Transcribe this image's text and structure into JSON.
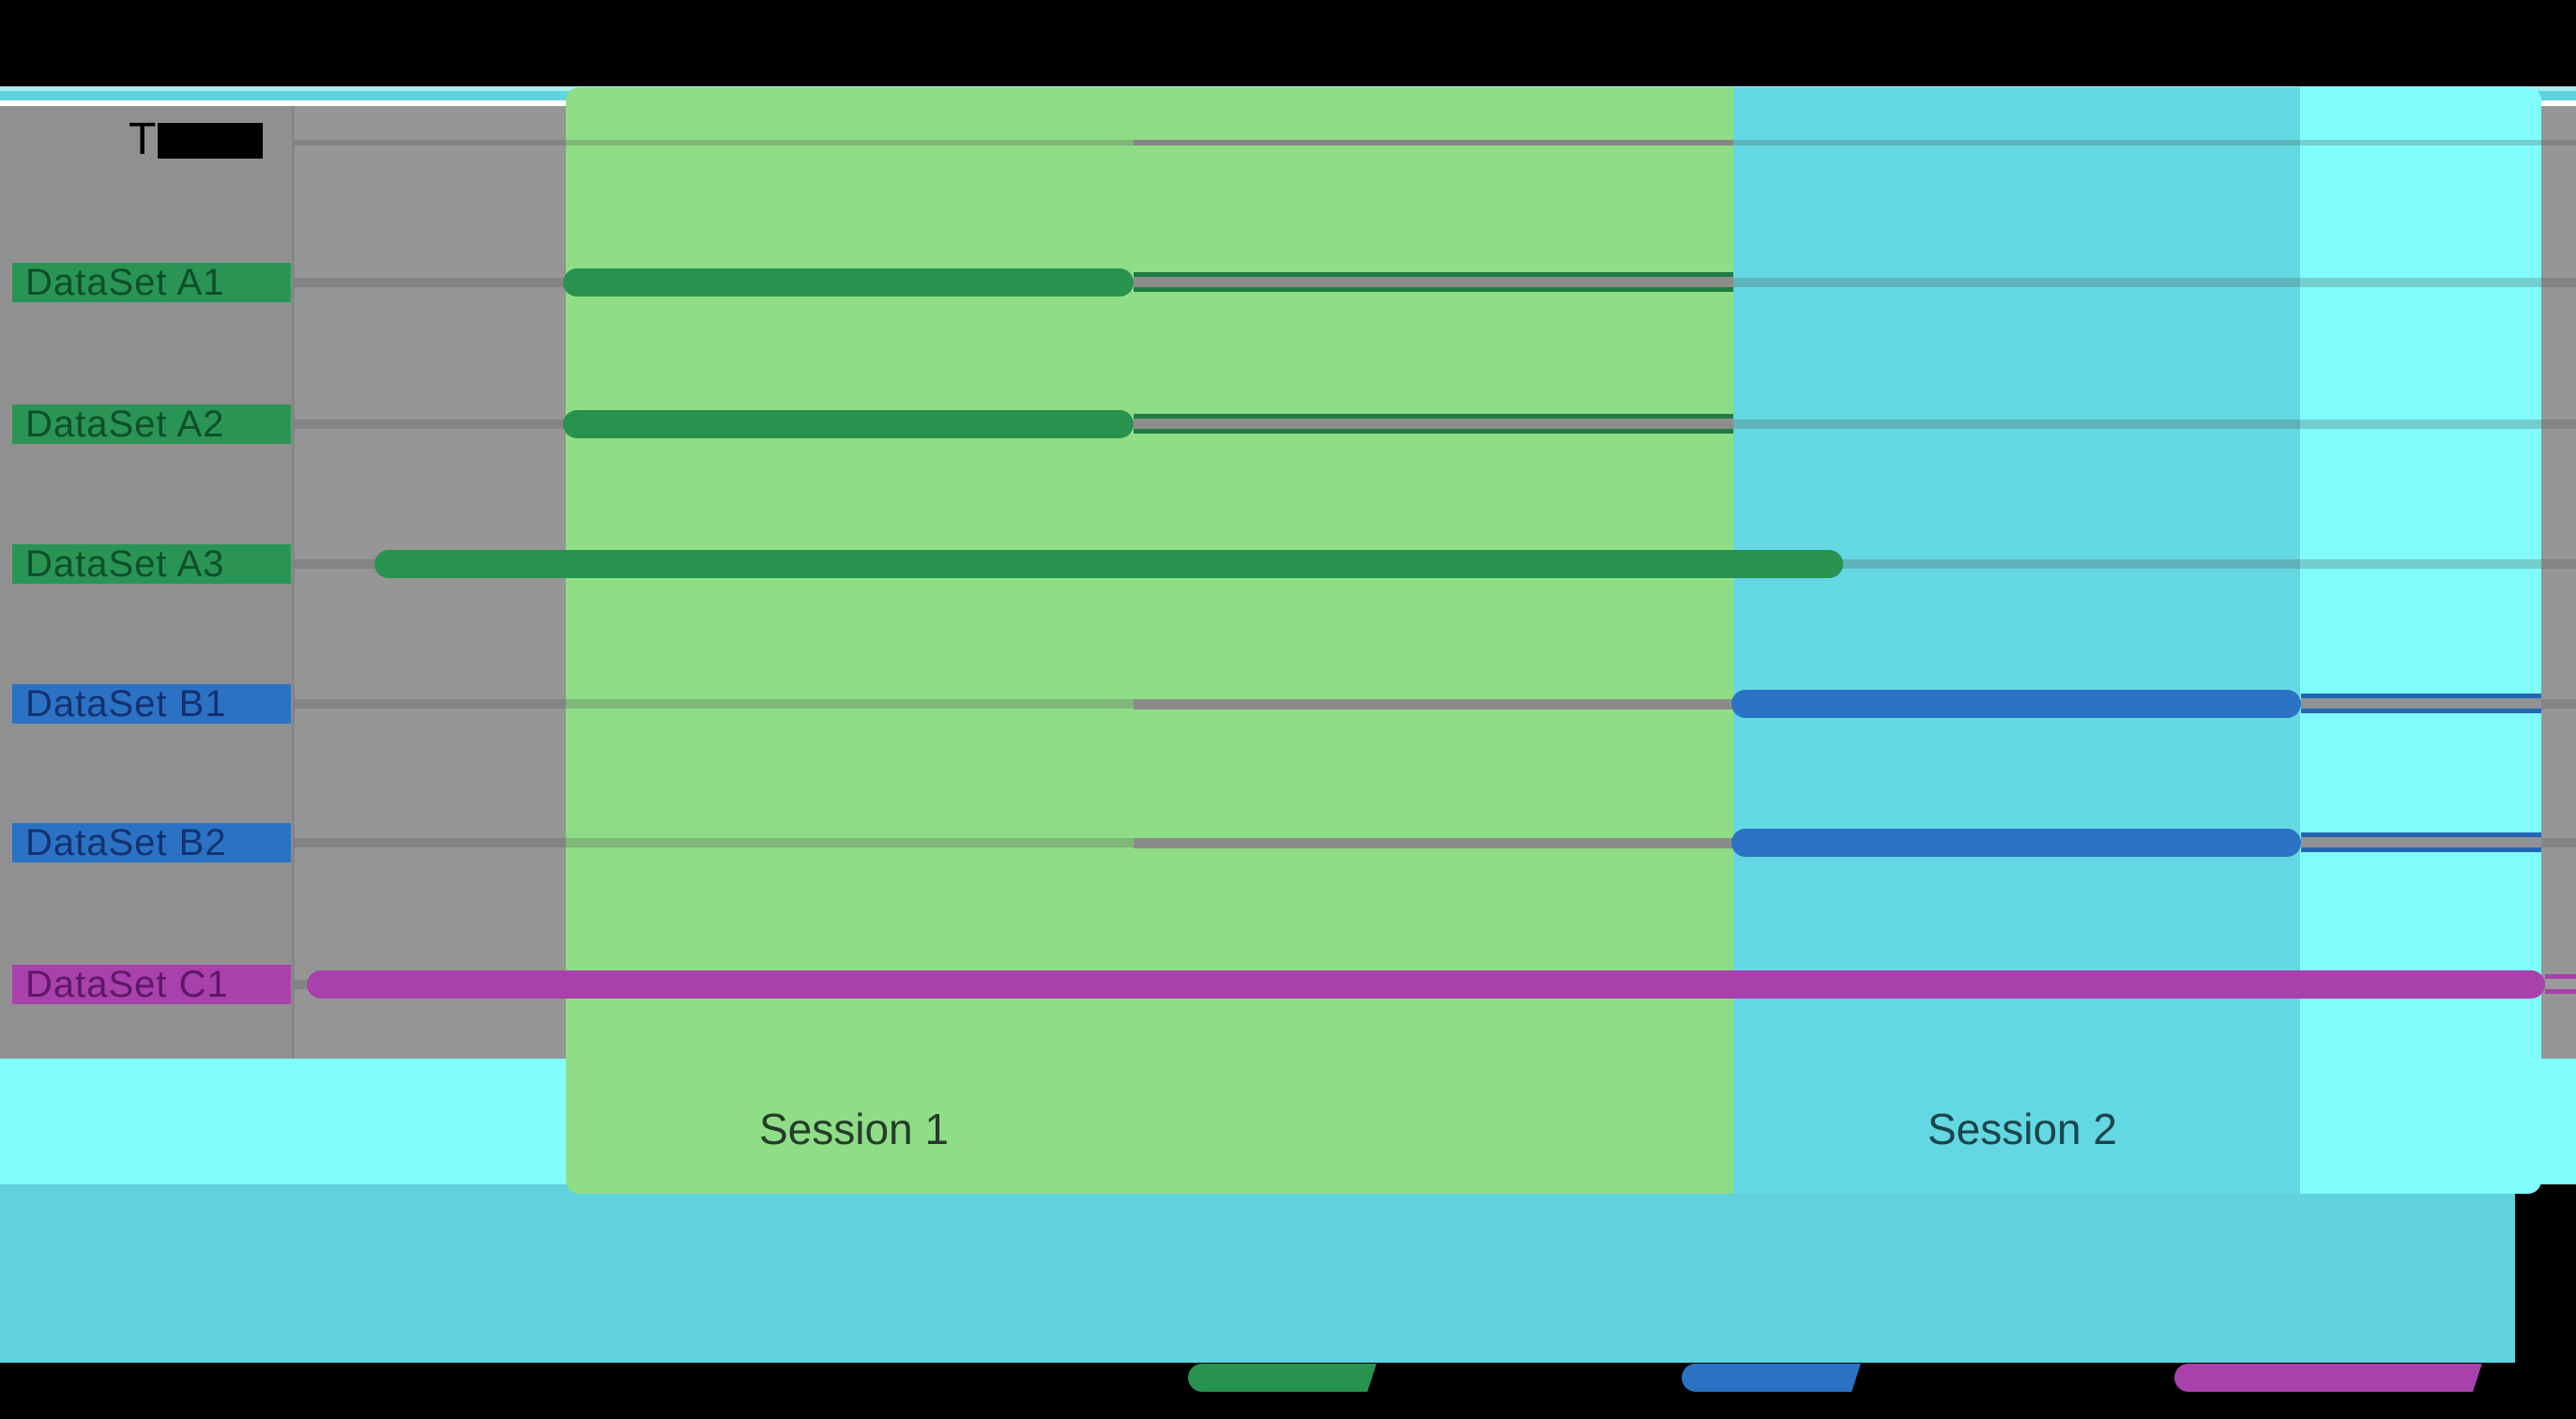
{
  "title": {
    "visible_text": "T"
  },
  "rows": [
    {
      "label": "DataSet A1",
      "series": "A"
    },
    {
      "label": "DataSet A2",
      "series": "A"
    },
    {
      "label": "DataSet A3",
      "series": "A"
    },
    {
      "label": "DataSet B1",
      "series": "B"
    },
    {
      "label": "DataSet B2",
      "series": "B"
    },
    {
      "label": "DataSet C1",
      "series": "C"
    }
  ],
  "sessions": [
    {
      "label": "Session 1"
    },
    {
      "label": "Session 2"
    }
  ],
  "legend": {
    "items": [
      {
        "name": "series-a-key",
        "color": "#28924f",
        "label": ""
      },
      {
        "name": "series-b-key",
        "color": "#2b72c4",
        "label": ""
      },
      {
        "name": "series-c-key",
        "color": "#a841ab",
        "label": ""
      }
    ]
  },
  "colors": {
    "background": "#000000",
    "plot_gray": "#969696",
    "session1_band": "#8fdd86",
    "session2_band": "#63d8e2",
    "post_session_band": "#80fcfd",
    "footer_band": "#5fd2dd",
    "top_strip": "#5fd4de",
    "series_a": "#28924f",
    "series_b": "#2b72c4",
    "series_c": "#a841ab",
    "gridline": "#8b8b8b"
  },
  "chart_data": {
    "type": "bar",
    "subtype": "gantt-timeline",
    "title": "T",
    "xlabel": "",
    "ylabel": "",
    "grid": true,
    "legend_position": "bottom",
    "categories": [
      "DataSet A1",
      "DataSet A2",
      "DataSet A3",
      "DataSet B1",
      "DataSet B2",
      "DataSet C1"
    ],
    "x_axis": {
      "type": "fraction-of-timeline",
      "range": [
        0,
        1
      ]
    },
    "bands": [
      {
        "label": "Session 1",
        "start": 0.12,
        "end": 0.63,
        "color": "#8fdd86"
      },
      {
        "label": "Session 2",
        "start": 0.63,
        "end": 0.88,
        "color": "#63d8e2"
      },
      {
        "label": "",
        "start": 0.88,
        "end": 0.985,
        "color": "#80fcfd"
      }
    ],
    "series": [
      {
        "name": "A",
        "color": "#28924f",
        "bars": [
          {
            "row": "DataSet A1",
            "start": 0.118,
            "end": 0.368
          },
          {
            "row": "DataSet A2",
            "start": 0.118,
            "end": 0.368
          },
          {
            "row": "DataSet A3",
            "start": 0.035,
            "end": 0.679
          }
        ]
      },
      {
        "name": "B",
        "color": "#2b72c4",
        "bars": [
          {
            "row": "DataSet B1",
            "start": 0.63,
            "end": 0.88
          },
          {
            "row": "DataSet B2",
            "start": 0.63,
            "end": 0.88
          }
        ]
      },
      {
        "name": "C",
        "color": "#a841ab",
        "bars": [
          {
            "row": "DataSet C1",
            "start": 0.006,
            "end": 0.987
          }
        ]
      }
    ]
  }
}
